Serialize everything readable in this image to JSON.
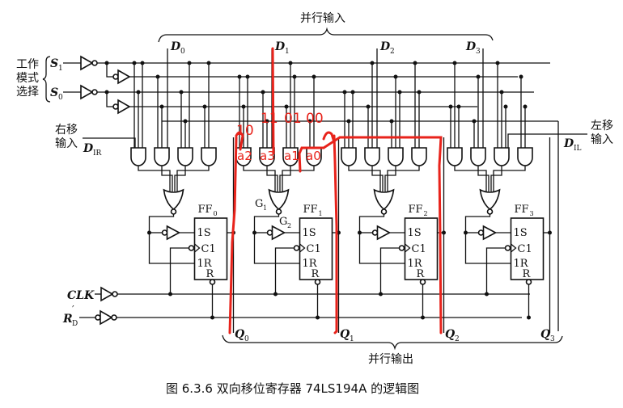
{
  "title": {
    "parallel_input": "并行输入",
    "parallel_output": "并行输出",
    "caption": "图 6.3.6   双向移位寄存器 74LS194A 的逻辑图"
  },
  "inputs": {
    "mode_select_line1": "工作",
    "mode_select_line2": "模式",
    "mode_select_line3": "选择",
    "s1": "S",
    "s1_sub": "1",
    "s0": "S",
    "s0_sub": "0",
    "shift_right_line1": "右移",
    "shift_right_line2": "输入",
    "dir": "D",
    "dir_sub": "IR",
    "shift_left_line1": "左移",
    "shift_left_line2": "输入",
    "dil": "D",
    "dil_sub": "IL",
    "clk": "CLK",
    "rd": "R",
    "rd_sub": "D",
    "rd_prime": "′"
  },
  "data_inputs": [
    {
      "name": "D",
      "sub": "0"
    },
    {
      "name": "D",
      "sub": "1"
    },
    {
      "name": "D",
      "sub": "2"
    },
    {
      "name": "D",
      "sub": "3"
    }
  ],
  "flip_flops": [
    {
      "name": "FF",
      "sub": "0",
      "s": "1S",
      "c": "C1",
      "r": "1R",
      "reset": "R"
    },
    {
      "name": "FF",
      "sub": "1",
      "s": "1S",
      "c": "C1",
      "r": "1R",
      "reset": "R"
    },
    {
      "name": "FF",
      "sub": "2",
      "s": "1S",
      "c": "C1",
      "r": "1R",
      "reset": "R"
    },
    {
      "name": "FF",
      "sub": "3",
      "s": "1S",
      "c": "C1",
      "r": "1R",
      "reset": "R"
    }
  ],
  "outputs": [
    {
      "name": "Q",
      "sub": "0"
    },
    {
      "name": "Q",
      "sub": "1"
    },
    {
      "name": "Q",
      "sub": "2"
    },
    {
      "name": "Q",
      "sub": "3"
    }
  ],
  "gate_labels": {
    "g1": "G",
    "g1_sub": "1",
    "g2": "G",
    "g2_sub": "2"
  },
  "annotations": {
    "mode_10": "10",
    "mode_11": "11",
    "mode_01": "01",
    "mode_00": "00",
    "a2": "a2",
    "a3": "a3",
    "a1": "a1",
    "a0": "a0",
    "color": "#e8231b"
  }
}
